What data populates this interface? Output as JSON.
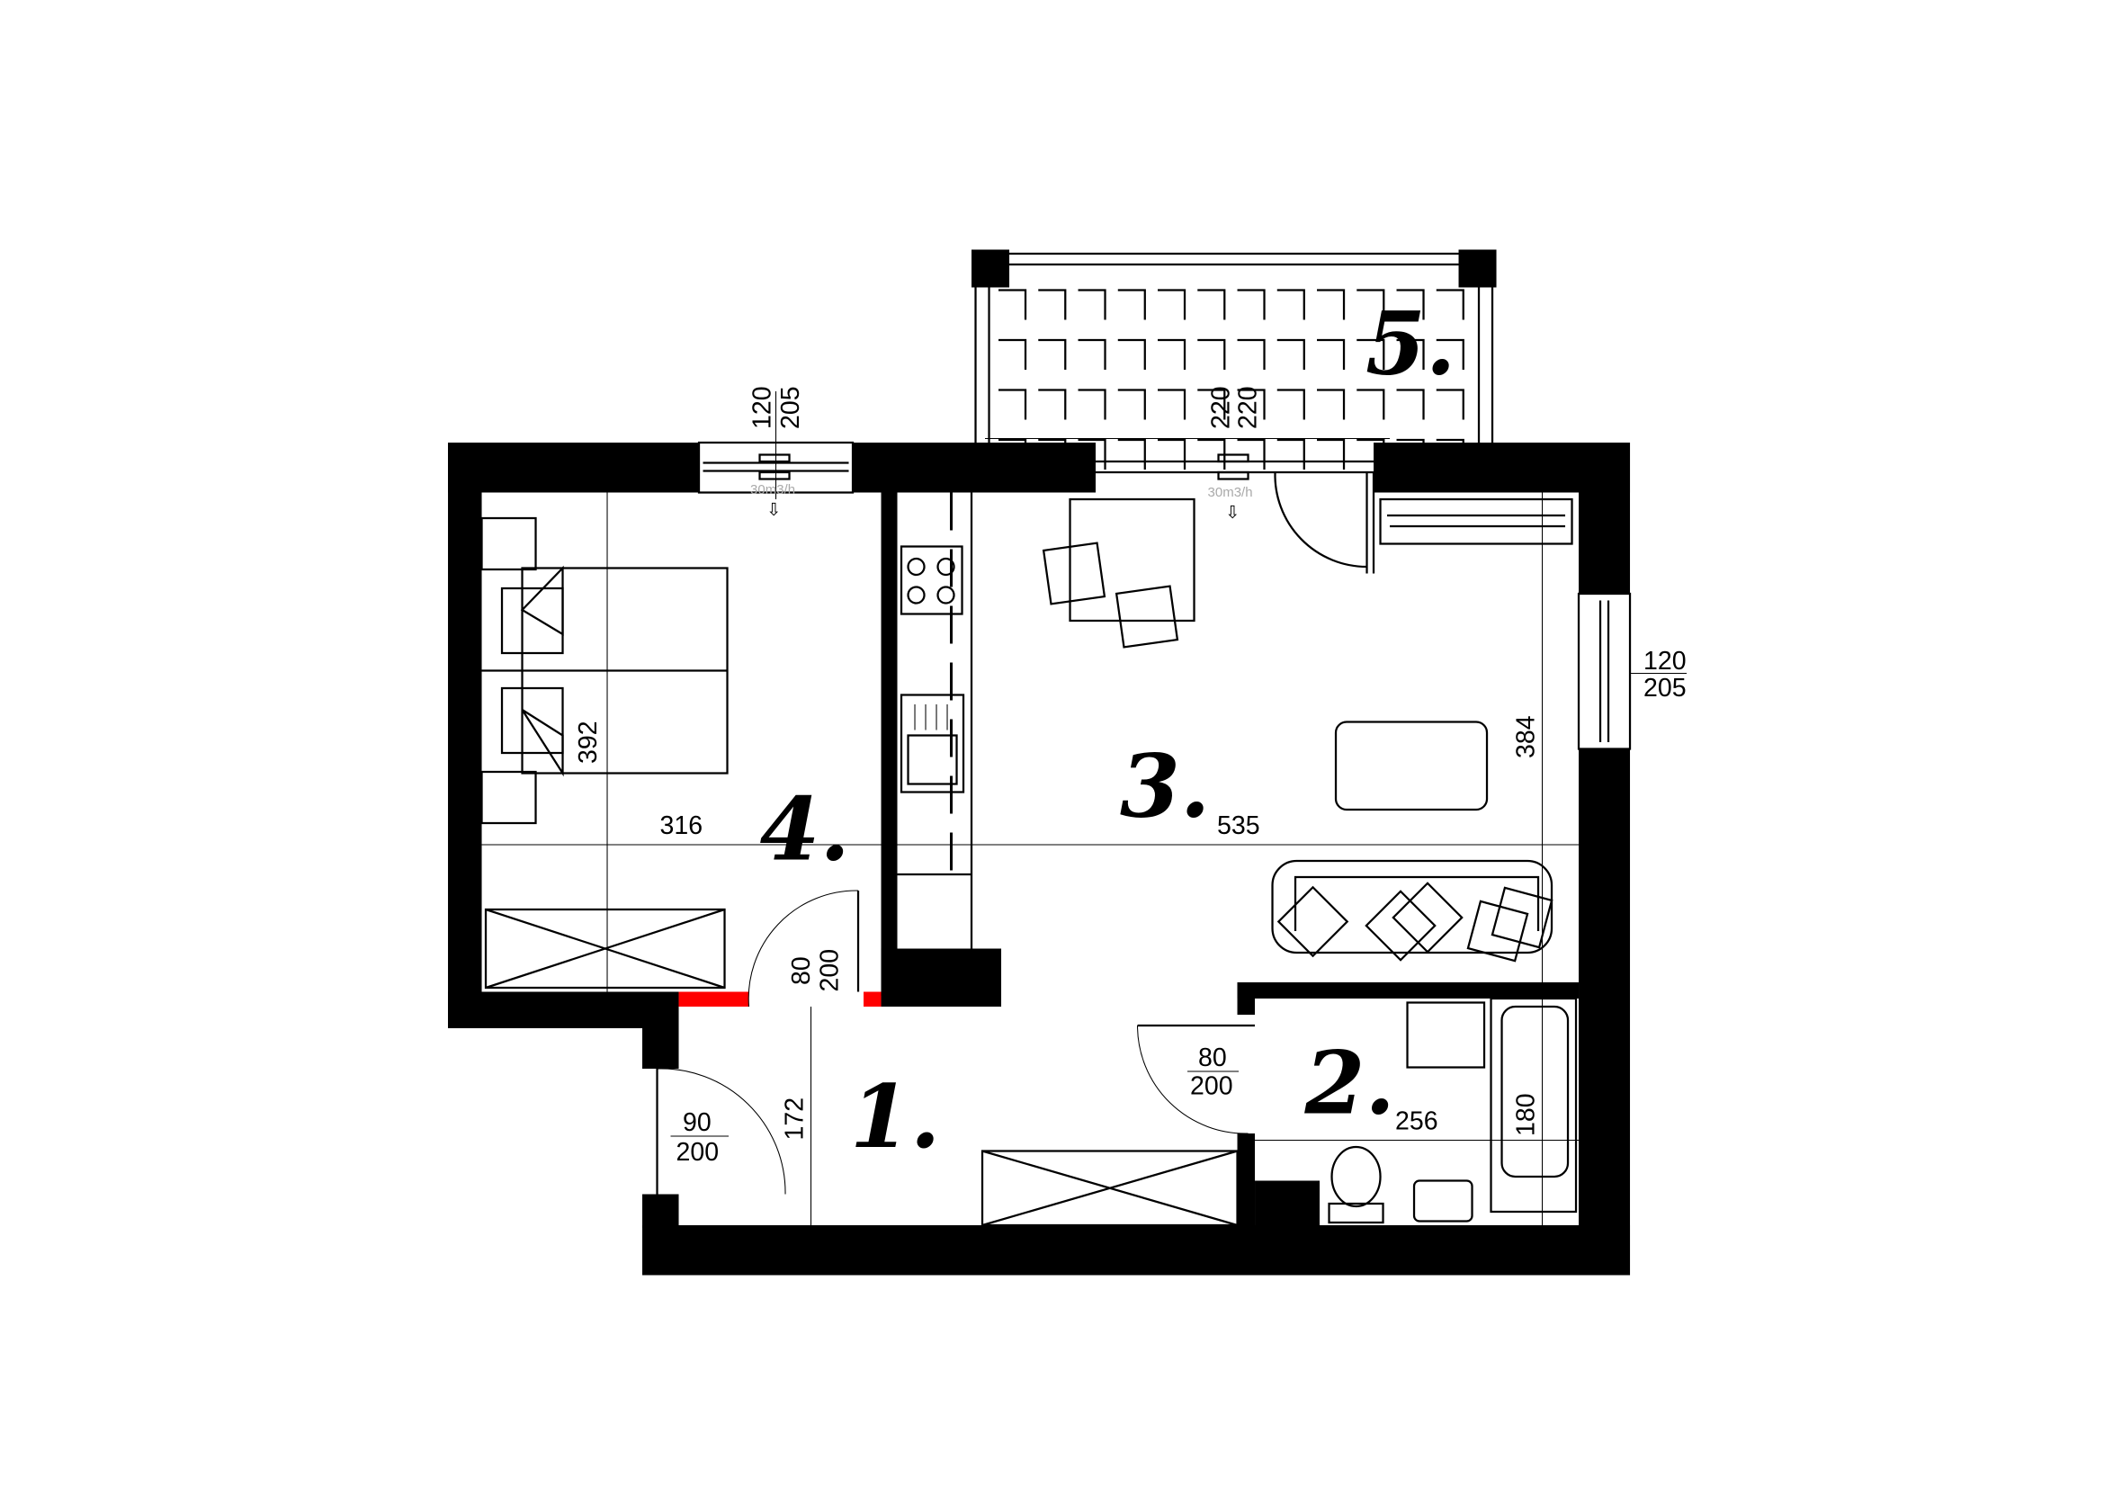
{
  "rooms": [
    {
      "label": "1."
    },
    {
      "label": "2."
    },
    {
      "label": "3."
    },
    {
      "label": "4."
    },
    {
      "label": "5."
    }
  ],
  "dimensions": {
    "bedroom_width": "316",
    "bedroom_length": "392",
    "living_width": "535",
    "living_length": "384",
    "bath_width": "256",
    "bath_length": "180",
    "hall_length": "172"
  },
  "doors": {
    "bedroom": {
      "w": "80",
      "h": "200"
    },
    "bathroom": {
      "w": "80",
      "h": "200"
    },
    "entrance": {
      "w": "90",
      "h": "200"
    },
    "balcony": {
      "w": "220",
      "h": "220"
    }
  },
  "windows": {
    "bedroom": {
      "w": "120",
      "h": "205"
    },
    "living": {
      "w": "120",
      "h": "205"
    }
  },
  "ventilation": {
    "bedroom": "30m3/h",
    "living": "30m3/h"
  },
  "colors": {
    "wall": "#000000",
    "demolition": "#ff0000"
  }
}
